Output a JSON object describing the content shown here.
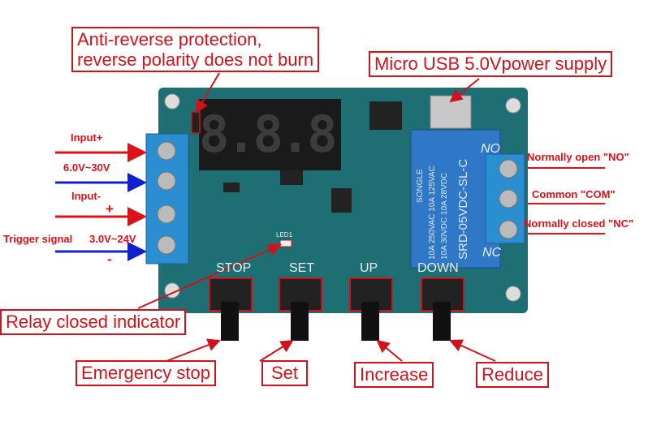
{
  "callouts": {
    "anti_reverse": "Anti-reverse protection,\nreverse polarity does not burn",
    "anti_reverse_line1": "Anti-reverse protection,",
    "anti_reverse_line2": "reverse polarity does not burn",
    "usb_power": "Micro USB 5.0Vpower supply",
    "relay_indicator": "Relay closed indicator",
    "emergency_stop": "Emergency stop",
    "set": "Set",
    "increase": "Increase",
    "reduce": "Reduce"
  },
  "left_terminal": {
    "input_plus": "Input+",
    "input_voltage": "6.0V~30V",
    "input_minus": "Input-",
    "plus_sign": "+",
    "trigger_signal": "Trigger signal",
    "trigger_voltage": "3.0V~24V",
    "minus_sign": "-"
  },
  "right_terminal": {
    "normally_open": "Normally open \"NO\"",
    "common": "Common \"COM\"",
    "normally_closed": "Normally closed \"NC\""
  },
  "board": {
    "buttons": [
      "STOP",
      "SET",
      "UP",
      "DOWN"
    ],
    "no_mark": "NO",
    "nc_mark": "NC",
    "relay_model": "SRD-05VDC-SL-C",
    "relay_brand": "SONGLE",
    "relay_rating1": "10A 250VAC 10A 125VAC",
    "relay_rating2": "10A 30VDC 10A 28VDC",
    "led_label": "LED1",
    "display": "8.8.8."
  },
  "colors": {
    "callout_red": "#d0121b",
    "arrow_red": "#e01018",
    "arrow_blue": "#1020d0",
    "board": "#1d6f73",
    "terminal": "#2a8ed0",
    "relay": "#2f78c8"
  }
}
